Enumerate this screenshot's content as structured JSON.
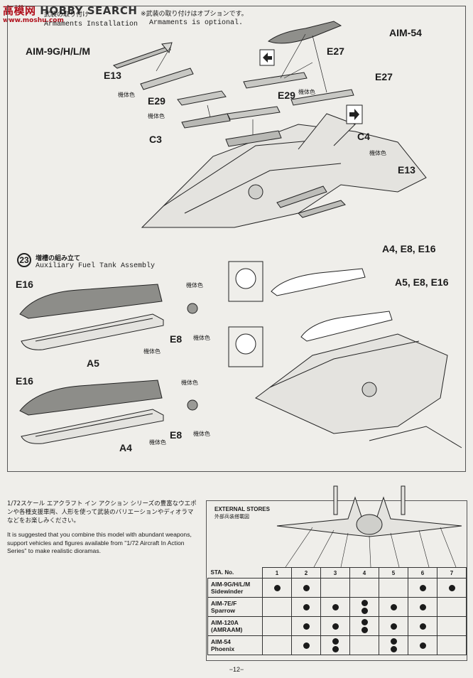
{
  "watermark": {
    "brand": "高",
    "brand2": "模网",
    "search": "HOBBY SEARCH",
    "url": "www.moshu.com"
  },
  "step22": {
    "title_jp": "武装の取り付け",
    "title_en": "Armaments Installation",
    "note_jp": "※武装の取り付けはオプションです。",
    "note_en": "Armaments is optional."
  },
  "step22_labels": {
    "aim54": "AIM-54",
    "aim9": "AIM-9G/H/L/M",
    "e27a": "E27",
    "e27b": "E27",
    "e13a": "E13",
    "e13b": "E13",
    "e29a": "E29",
    "e29b": "E29",
    "c3": "C3",
    "c4": "C4",
    "body_color_1": "機体色",
    "body_color_2": "機体色",
    "body_color_3": "機体色",
    "body_color_4": "機体色"
  },
  "step23": {
    "number": "23",
    "title_jp": "増槽の組み立て",
    "title_en": "Auxiliary Fuel Tank Assembly"
  },
  "step23_labels": {
    "e16a": "E16",
    "e16b": "E16",
    "a5": "A5",
    "a4": "A4",
    "e8a": "E8",
    "e8b": "E8",
    "c1": "機体色",
    "c2": "機体色",
    "c3": "機体色",
    "c4": "機体色",
    "c5": "機体色",
    "c6": "機体色",
    "install1": "A4, E8, E16",
    "install2": "A5, E8, E16"
  },
  "lower": {
    "jp": "1/72スケール エアクラフト イン アクション シリーズの豊富なウエポンや各種支援車両、人形を使って武装のバリエーションやディオラマなどをお楽しみください。",
    "en": "It is suggested that you combine this model with abundant weapons, support vehicles and figures available from \"1/72 Aircraft In Action Series\" to make realistic dioramas."
  },
  "stores": {
    "title": "EXTERNAL STORES",
    "subtitle": "外部兵装搭載図",
    "header_label": "STA. No.",
    "stations": [
      "1",
      "2",
      "3",
      "4",
      "5",
      "6",
      "7"
    ],
    "rows": [
      {
        "name": "AIM-9G/H/L/M",
        "sub": "Sidewinder",
        "dots": [
          1,
          1,
          0,
          0,
          0,
          1,
          1
        ]
      },
      {
        "name": "AIM-7E/F",
        "sub": "Sparrow",
        "dots": [
          0,
          1,
          1,
          2,
          1,
          1,
          0
        ]
      },
      {
        "name": "AIM-120A",
        "sub": "(AMRAAM)",
        "dots": [
          0,
          1,
          1,
          2,
          1,
          1,
          0
        ]
      },
      {
        "name": "AIM-54",
        "sub": "Phoenix",
        "dots": [
          0,
          1,
          2,
          0,
          2,
          1,
          0
        ]
      }
    ]
  },
  "page": {
    "number": "−12−"
  }
}
